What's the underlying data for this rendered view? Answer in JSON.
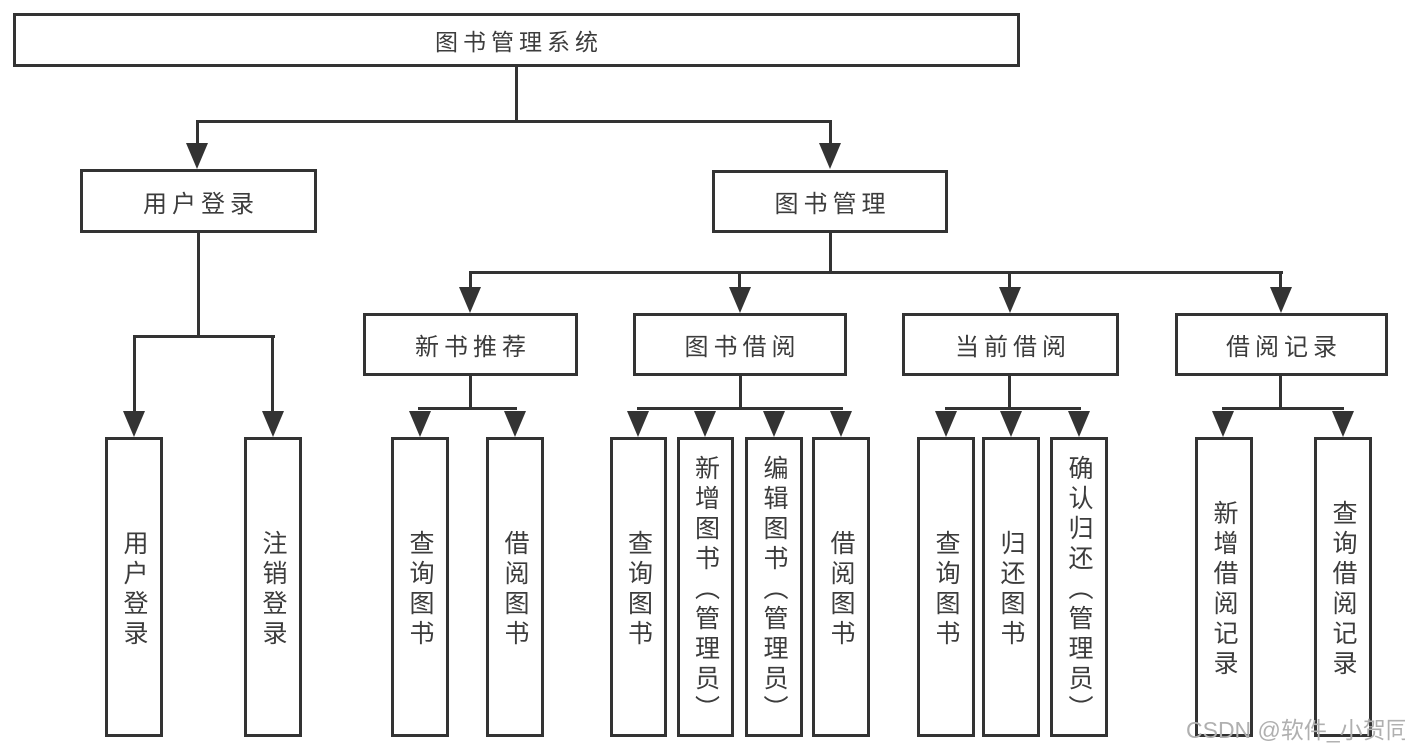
{
  "root": {
    "label": "图书管理系统"
  },
  "level2": {
    "user_login": {
      "label": "用户登录"
    },
    "book_management": {
      "label": "图书管理"
    }
  },
  "level3": {
    "new_book_recommend": {
      "label": "新书推荐"
    },
    "book_borrow": {
      "label": "图书借阅"
    },
    "current_borrow": {
      "label": "当前借阅"
    },
    "borrow_records": {
      "label": "借阅记录"
    }
  },
  "leaves": {
    "user_login": {
      "label": "用户登录"
    },
    "logout": {
      "label": "注销登录"
    },
    "recommend_query_book": {
      "label": "查询图书"
    },
    "recommend_borrow_book": {
      "label": "借阅图书"
    },
    "borrow_query_book": {
      "label": "查询图书"
    },
    "borrow_add_book_admin": {
      "label": "新增图书（管理员）"
    },
    "borrow_edit_book_admin": {
      "label": "编辑图书（管理员）"
    },
    "borrow_borrow_book": {
      "label": "借阅图书"
    },
    "current_query_book": {
      "label": "查询图书"
    },
    "current_return_book": {
      "label": "归还图书"
    },
    "current_confirm_return_admin": {
      "label": "确认归还（管理员）"
    },
    "records_add_record": {
      "label": "新增借阅记录"
    },
    "records_query_record": {
      "label": "查询借阅记录"
    }
  },
  "watermark": {
    "text": "CSDN @软件_小贺同学"
  },
  "colors": {
    "line": "#333333",
    "text": "#3c3c3c",
    "box_bg": "#ffffff",
    "watermark": "#b0b0b0"
  }
}
